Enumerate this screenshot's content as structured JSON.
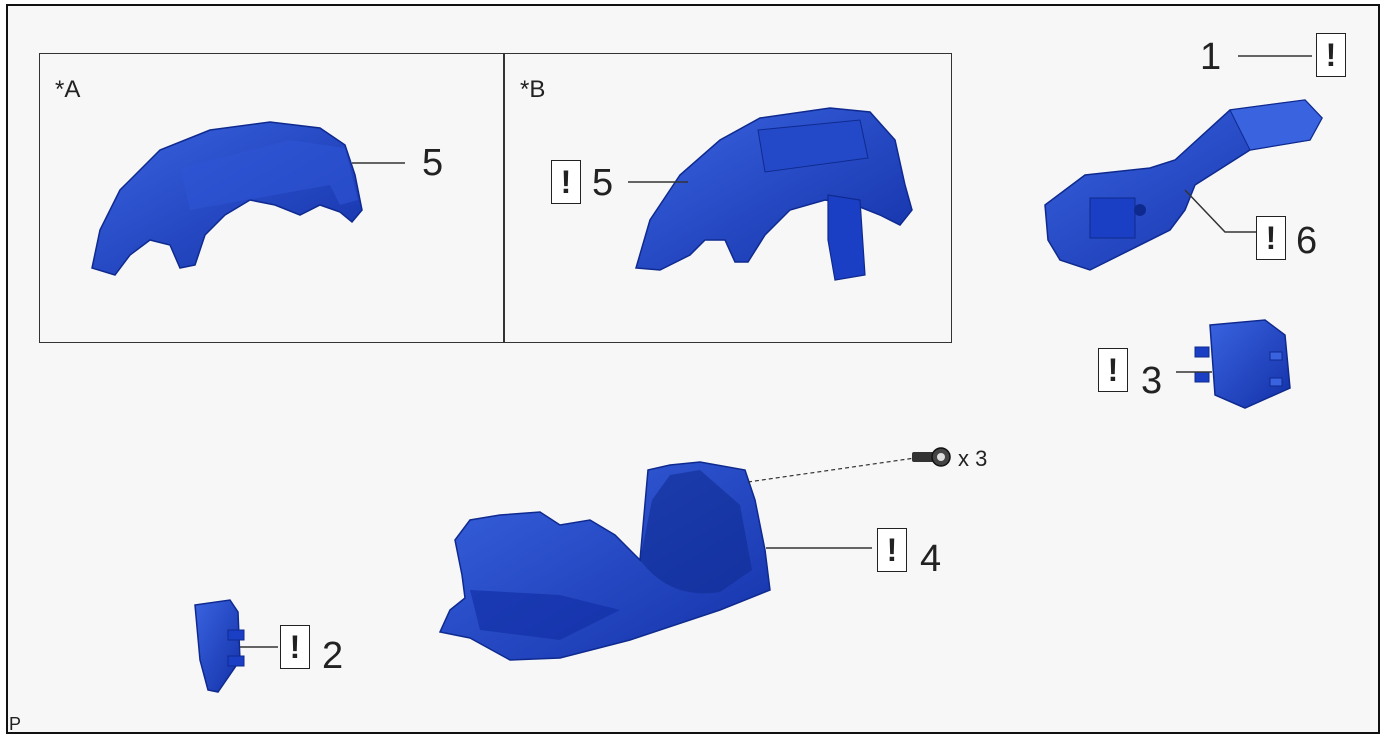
{
  "panels": {
    "a_tag": "*A",
    "b_tag": "*B"
  },
  "callouts": {
    "warn_glyph": "!",
    "n1": "1",
    "n2": "2",
    "n3": "3",
    "n4": "4",
    "n5a": "5",
    "n5b": "5",
    "n6": "6",
    "bolt_qty": "x 3"
  },
  "footer_code": "P",
  "colors": {
    "part_fill": "#1a3fc4",
    "part_shade": "#0f2a8f",
    "part_light": "#3a63e0",
    "line": "#333333"
  },
  "icons": [
    "warning-box-icon",
    "bolt-icon"
  ]
}
